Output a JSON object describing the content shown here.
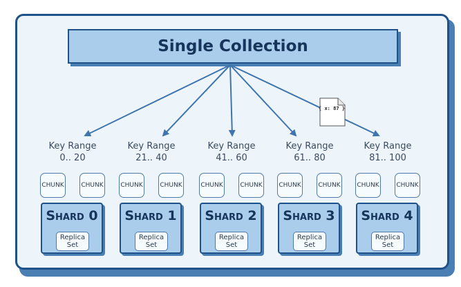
{
  "collection": {
    "title": "Single Collection"
  },
  "document": {
    "label": "{ x: 87 }"
  },
  "shards": [
    {
      "range_label": "Key Range",
      "range": "0.. 20",
      "chunks": [
        "CHUNK",
        "CHUNK"
      ],
      "title": "Shard 0",
      "replica_line1": "Replica",
      "replica_line2": "Set"
    },
    {
      "range_label": "Key Range",
      "range": "21.. 40",
      "chunks": [
        "CHUNK",
        "CHUNK"
      ],
      "title": "Shard 1",
      "replica_line1": "Replica",
      "replica_line2": "Set"
    },
    {
      "range_label": "Key Range",
      "range": "41.. 60",
      "chunks": [
        "CHUNK",
        "CHUNK"
      ],
      "title": "Shard 2",
      "replica_line1": "Replica",
      "replica_line2": "Set"
    },
    {
      "range_label": "Key Range",
      "range": "61.. 80",
      "chunks": [
        "CHUNK",
        "CHUNK"
      ],
      "title": "Shard 3",
      "replica_line1": "Replica",
      "replica_line2": "Set"
    },
    {
      "range_label": "Key Range",
      "range": "81.. 100",
      "chunks": [
        "CHUNK",
        "CHUNK"
      ],
      "title": "Shard 4",
      "replica_line1": "Replica",
      "replica_line2": "Set"
    }
  ],
  "colors": {
    "border": "#1f5288",
    "fill": "#a9cdea",
    "shadow": "#4a7fb4",
    "background": "#edf5fb",
    "arrow": "#3f74ad"
  }
}
